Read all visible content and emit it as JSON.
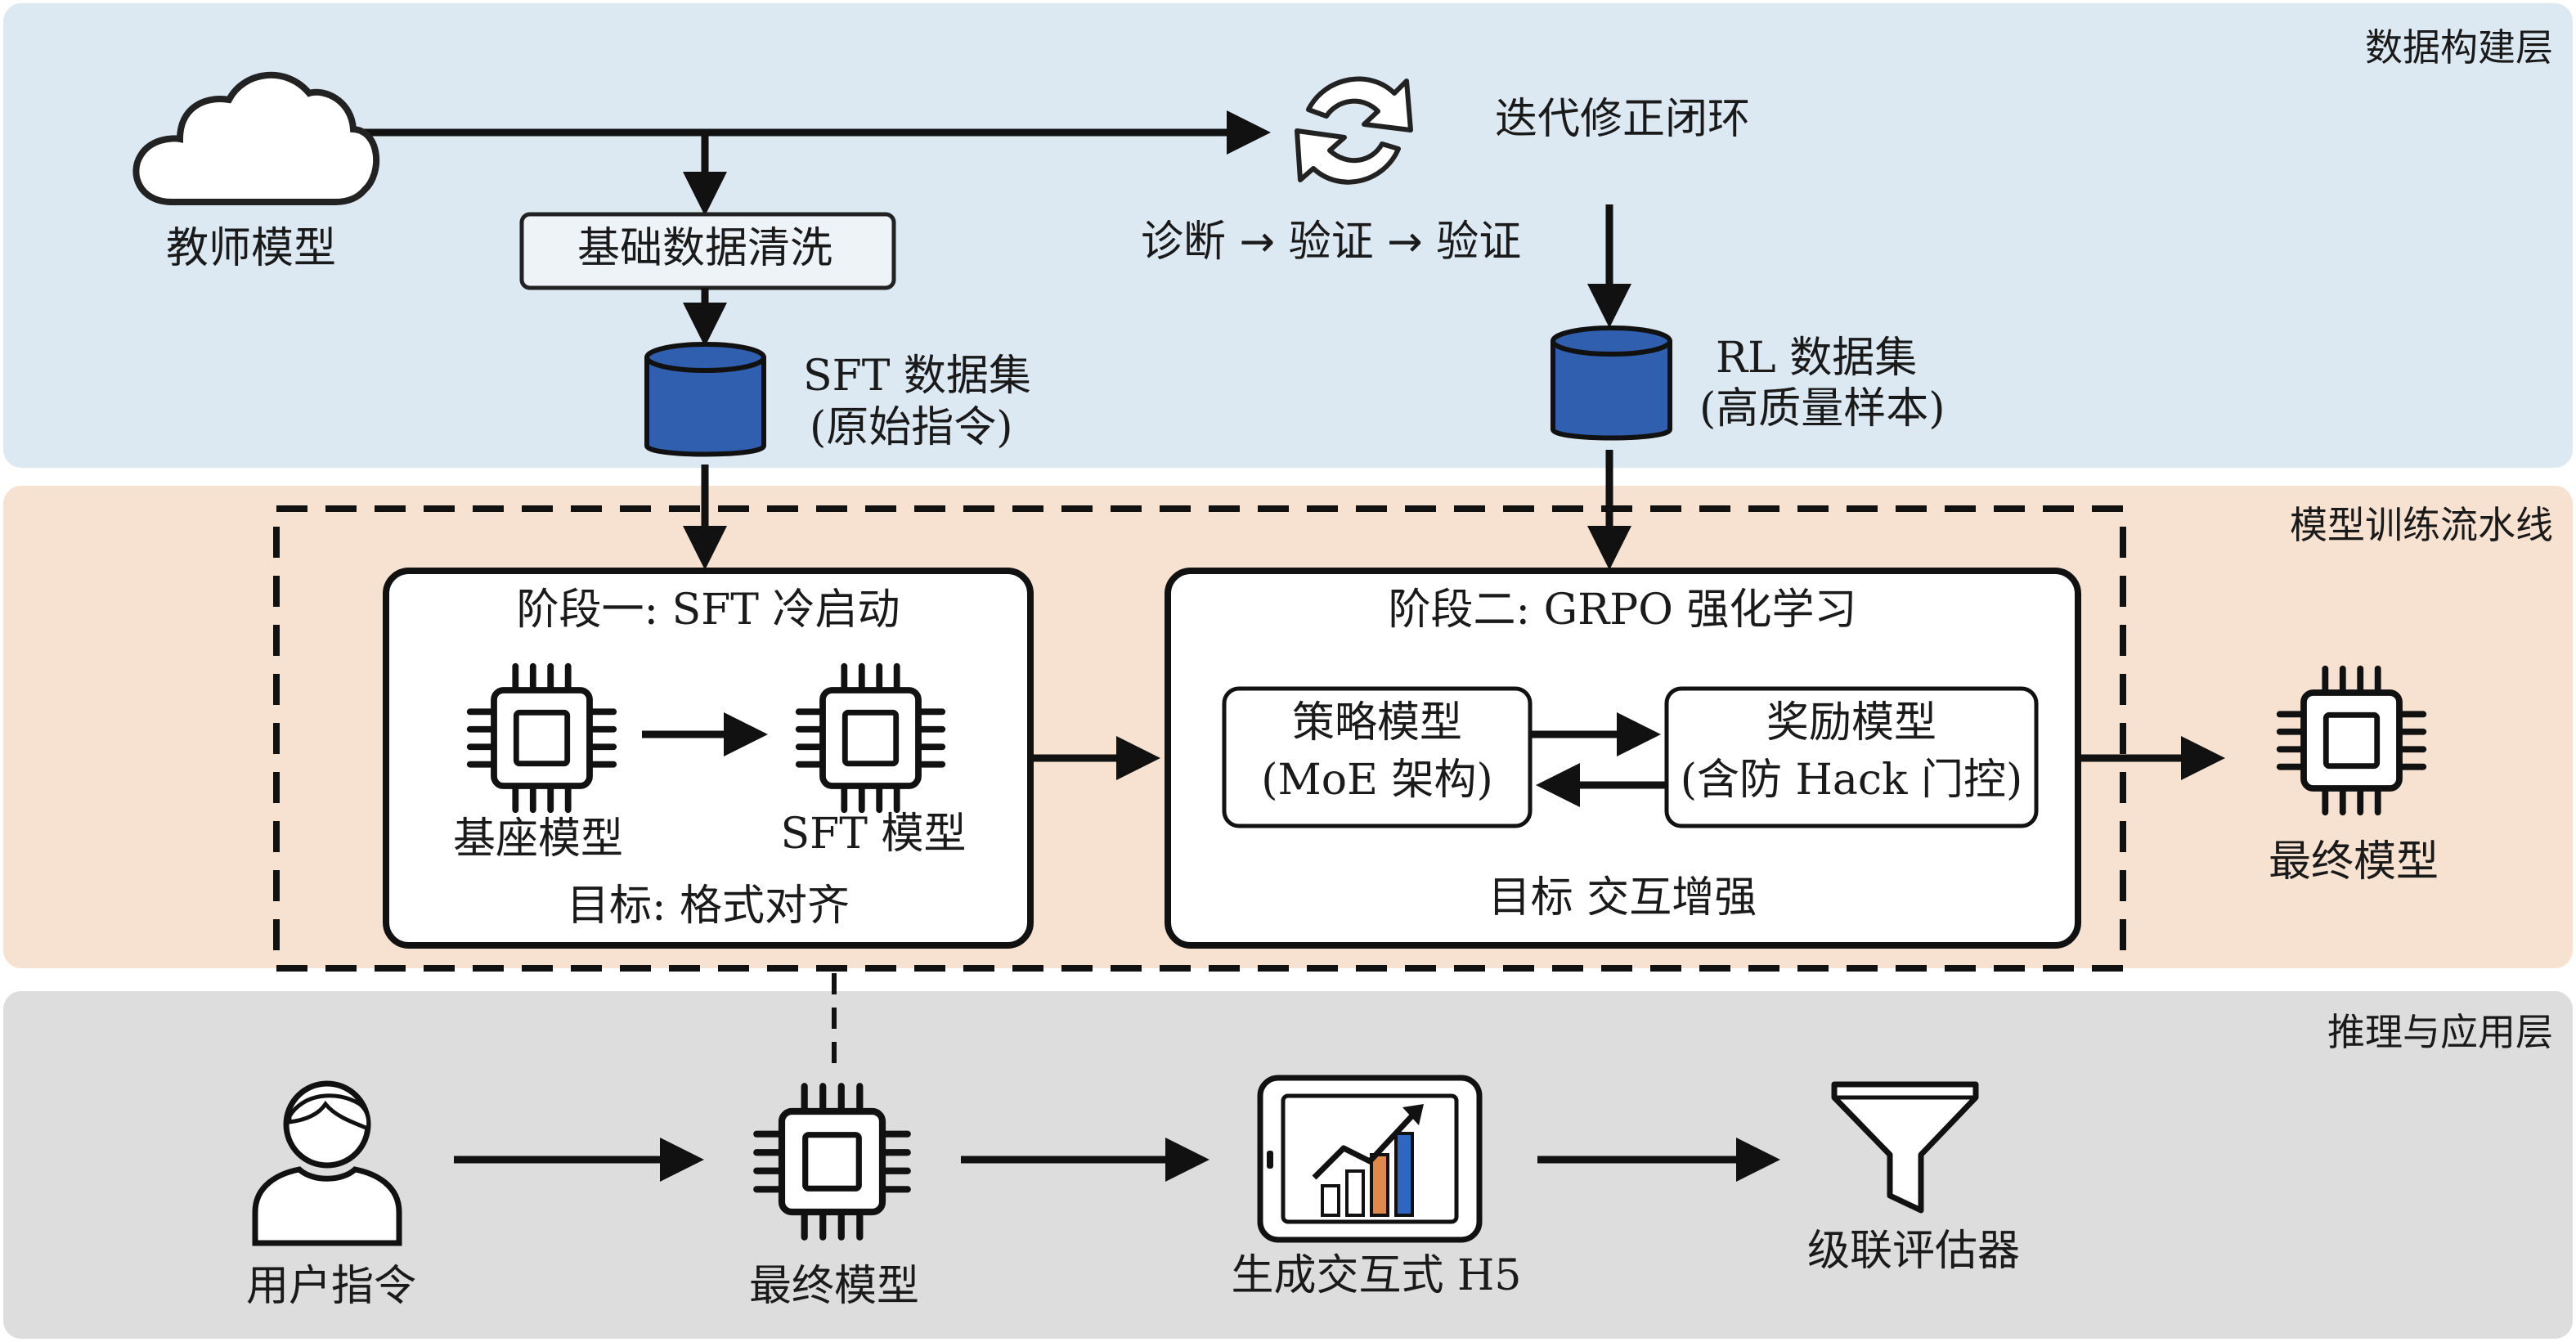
{
  "layers": {
    "data": "数据构建层",
    "training": "模型训练流水线",
    "inference": "推理与应用层"
  },
  "data_layer": {
    "teacher": "教师模型",
    "cleaning": "基础数据清洗",
    "loop_title": "迭代修正闭环",
    "loop_steps": "诊断 → 验证 → 验证",
    "sft_dataset": {
      "line1": "SFT 数据集",
      "line2": "(原始指令)"
    },
    "rl_dataset": {
      "line1": "RL 数据集",
      "line2": "(高质量样本)"
    }
  },
  "training_layer": {
    "stage1": {
      "title": "阶段一: SFT 冷启动",
      "base_model": "基座模型",
      "sft_model": "SFT 模型",
      "goal": "目标: 格式对齐"
    },
    "stage2": {
      "title": "阶段二: GRPO 强化学习",
      "policy": {
        "line1": "策略模型",
        "line2": "(MoE 架构)"
      },
      "reward": {
        "line1": "奖励模型",
        "line2": "(含防 Hack 门控)"
      },
      "goal": "目标 交互增强"
    },
    "final_model": "最终模型"
  },
  "inference_layer": {
    "user": "用户指令",
    "model": "最终模型",
    "h5": "生成交互式 H5",
    "evaluator": "级联评估器"
  },
  "colors": {
    "data_band": "#dce9f3",
    "train_band": "#f7e1d1",
    "infer_band": "#dddddd",
    "database": "#2f5fae",
    "chart_bar_blue": "#2f66c2",
    "chart_bar_orange": "#e0894a"
  },
  "icons": [
    "cloud-icon",
    "cycle-icon",
    "database-icon",
    "chip-icon",
    "user-icon",
    "tablet-chart-icon",
    "funnel-icon"
  ]
}
